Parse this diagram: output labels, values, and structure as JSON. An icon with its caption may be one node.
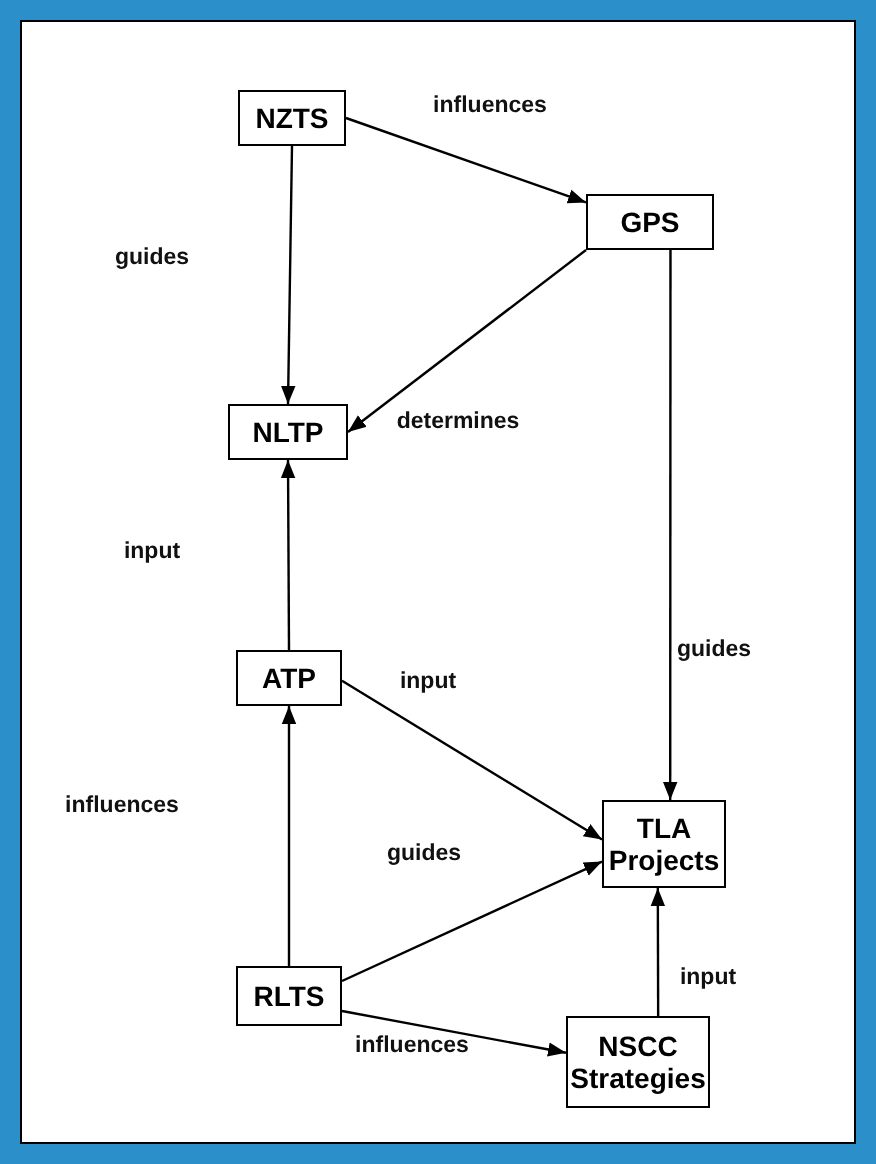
{
  "diagram": {
    "nodes": [
      {
        "text": [
          "NZTS"
        ]
      },
      {
        "text": [
          "GPS"
        ]
      },
      {
        "text": [
          "NLTP"
        ]
      },
      {
        "text": [
          "ATP"
        ]
      },
      {
        "text": [
          "TLA Projects"
        ]
      },
      {
        "text": [
          "RLTS"
        ]
      },
      {
        "text": [
          "NSCC Strategies"
        ]
      }
    ],
    "edges": [
      {
        "from": 0,
        "to": 1,
        "arrow": "to",
        "label": "influences"
      },
      {
        "from": 0,
        "to": 2,
        "arrow": "to",
        "label": "guides"
      },
      {
        "from": 1,
        "to": 2,
        "arrow": "to",
        "label": "determines"
      },
      {
        "from": 1,
        "to": 4,
        "arrow": "to",
        "label": "guides"
      },
      {
        "from": 3,
        "to": 2,
        "arrow": "to",
        "label": "input"
      },
      {
        "from": 3,
        "to": 4,
        "arrow": "to",
        "label": "input"
      },
      {
        "from": 5,
        "to": 3,
        "arrow": "to",
        "label": "influences"
      },
      {
        "from": 5,
        "to": 4,
        "arrow": "to",
        "label": "guides"
      },
      {
        "from": 5,
        "to": 6,
        "arrow": "to",
        "label": "influences"
      },
      {
        "from": 6,
        "to": 4,
        "arrow": "to",
        "label": "input"
      }
    ]
  }
}
